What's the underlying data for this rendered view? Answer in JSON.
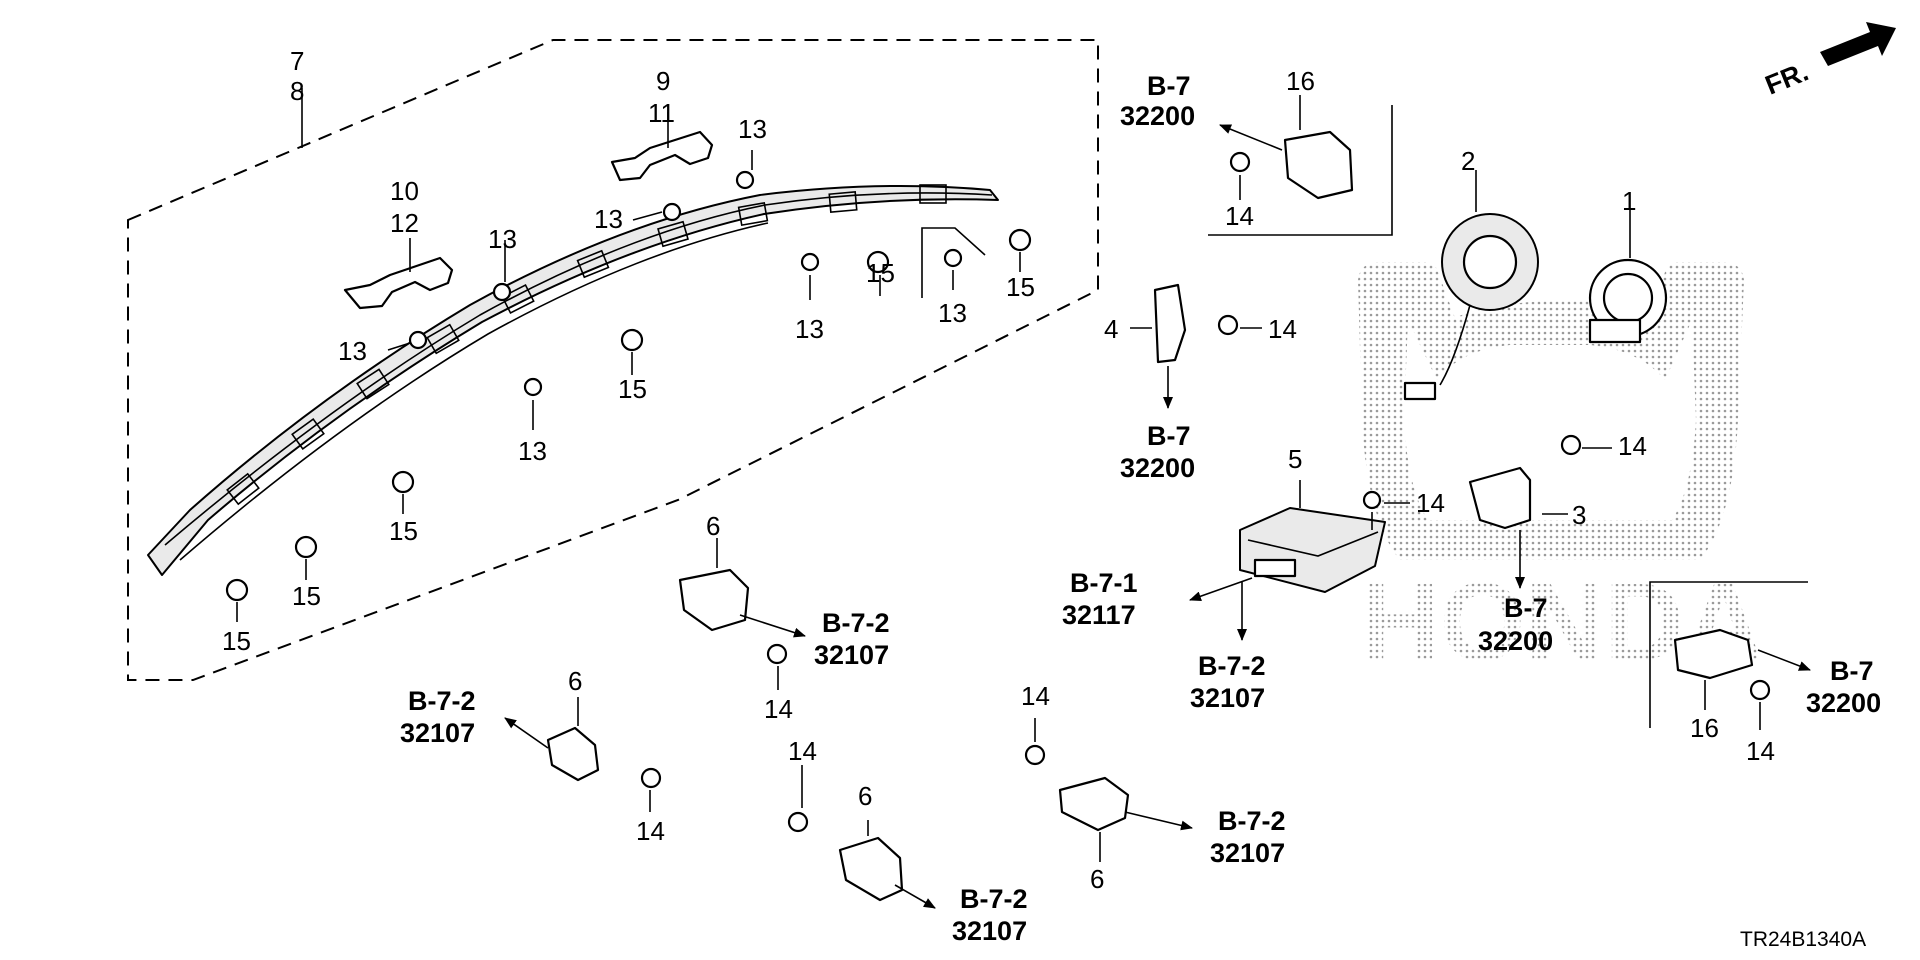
{
  "diagram": {
    "drawing_code": "TR24B1340A",
    "front_indicator": "FR.",
    "watermark": "HONDA",
    "part_numbers": {
      "p1": "1",
      "p2": "2",
      "p3": "3",
      "p4": "4",
      "p5": "5",
      "p6": "6",
      "p7": "7",
      "p8": "8",
      "p9": "9",
      "p10": "10",
      "p11": "11",
      "p12": "12",
      "p13": "13",
      "p14": "14",
      "p15": "15",
      "p16": "16"
    },
    "references": {
      "b7": "B-7",
      "b71": "B-7-1",
      "b72": "B-7-2",
      "r32200": "32200",
      "r32117": "32117",
      "r32107": "32107"
    }
  }
}
